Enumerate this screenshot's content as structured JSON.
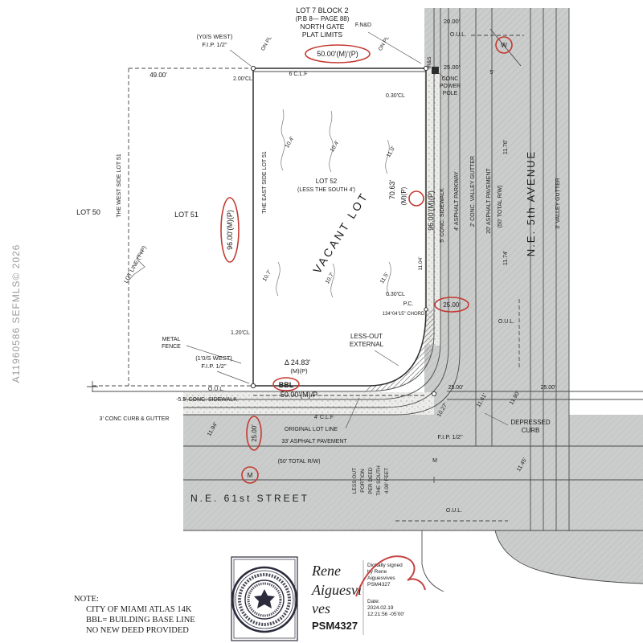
{
  "document": {
    "watermark": "A11960586  SEFMLS© 2026",
    "note": {
      "heading": "NOTE:",
      "lines": [
        "CITY OF MIAMI ATLAS 14K",
        "BBL= BUILDING BASE LINE",
        "NO NEW DEED PROVIDED"
      ]
    }
  },
  "labels": {
    "lot7": "LOT 7 BLOCK 2",
    "pb_page": "(P.B 8— PAGE 88)",
    "north_gate": "NORTH GATE",
    "plat_limits": "PLAT LIMITS",
    "yos_west_top": "(Y0/S WEST)",
    "fip_top": "F.I.P. 1/2\"",
    "on_pl_left": "ON PL",
    "on_pl_right": "ON PL",
    "dim_50_top": "50.00'(M)'(P)",
    "fnd": "F.N&D",
    "dim_20": "20.00'",
    "oul_ne": "O.U.L.",
    "irs": "IR&S",
    "dim_25_ne": "25.00'",
    "conc": "CONC",
    "power": "POWER",
    "pole": "POLE",
    "w_meter": "W",
    "dim_5": "5'",
    "dim_49": "49.00'",
    "dim_200cl": "2.00'CL",
    "clf6": "6 C.L.F",
    "dim_030cl_top": "0.30'CL",
    "d104a": "10.4'",
    "d104b": "10.4'",
    "d110": "11.0'",
    "d107a": "10.7'",
    "d107b": "10.7'",
    "d115": "11.5'",
    "d1104": "11.04'",
    "lot50": "LOT 50",
    "lot51": "LOT 51",
    "west_side": "THE WEST SIDE LOT 51",
    "east_side": "THE EAST SIDE LOT 51",
    "dim_96_w": "96.00'(M)(P)",
    "lot52": "LOT 52",
    "less_south": "(LESS THE SOUTH 4')",
    "vacant_lot": "VACANT LOT",
    "lot_line_typ": "LOT LINE (TYP)",
    "metal": "METAL",
    "fence": "FENCE",
    "yos_west_bot": "(1'0/S WEST)",
    "fip_bot": "F.I.P. 1/2\"",
    "dim_120cl": "1.20'CL",
    "dim_7063": "70.63'",
    "mp_a": "(M)(P)",
    "dim_96_e": "96.00'(M)(P)",
    "sidewalk5": "5' CONC. SIDEWALK",
    "parkway4": "4' ASPHALT PARKWAY",
    "gutter2": "2' CONC. VALLEY GUTTER",
    "pavement20": "20' ASPHALT PAVEMENT",
    "rw50_e": "(50' TOTAL R/W)",
    "ne_5th": "N.E. 5th AVENUE",
    "gutter3": "3' VALLEY GUTTER",
    "dim_1176": "11.76'",
    "dim_1174": "11.74'",
    "dim_25_mid": "25.00'",
    "oul_e": "O.U.L.",
    "dim_030cl_bot": "0.30'CL",
    "pc": "P.C.",
    "chord": "134°04'15\" CHORD",
    "less_out": "LESS-OUT",
    "external": "EXTERNAL",
    "delta_2483": "Δ 24.83'",
    "mp_b": "(M)(P)",
    "bbl": "BBL",
    "dim_50_bot": "50.00'(M)/P",
    "oul_sw": "O.U.L.",
    "sidewalk55": "-5.5' CONC. SIDEWALK",
    "curb_gutter": "3' CONC CURB & GUTTER",
    "dim_1194": "11.94'",
    "dim_25_w": "25.00'",
    "orig_lot_line": "ORIGINAL LOT LINE",
    "pavement33": "33' ASPHALT PAVEMENT",
    "rw50_s": "(50' TOTAL R/W)",
    "clf4": "4' C.L.F",
    "ne_61st": "N.E. 61st STREET",
    "lo1": "LESS OUT",
    "lo2": "PORTION",
    "lo3": "PER DEED",
    "lo4": "THE SOUTH",
    "lo5": "4.00' FEET",
    "fip_se": "F.I.P. 1/2\"",
    "depressed": "DEPRESSED",
    "curb": "CURB",
    "dim_25_s1": "25.00'",
    "dim_25_s2": "25.00'",
    "dim_1161": "11.61'",
    "dim_1190": "11.90'",
    "dim_1027": "10.27'",
    "dim_1145": "11.45'",
    "oul_s": "O.U.L.",
    "m_meter": "M",
    "m_tick": "M"
  },
  "signature": {
    "name_line1": "Rene",
    "name_line2": "Aiguesvi",
    "name_line3": "ves",
    "license": "PSM4327",
    "digital_lines": [
      "Digitally signed",
      "by Rene",
      "Aiguesvives",
      "PSM4327"
    ],
    "date_label": "Date:",
    "date_value": "2024.02.19",
    "time_value": "12:21:56 -05'00'"
  },
  "colors": {
    "highlight_red": "#c33a32",
    "street_gray": "#cbcdcc",
    "seal_ink": "#2b2b3d",
    "watermark_gray": "#9b9b9b"
  }
}
